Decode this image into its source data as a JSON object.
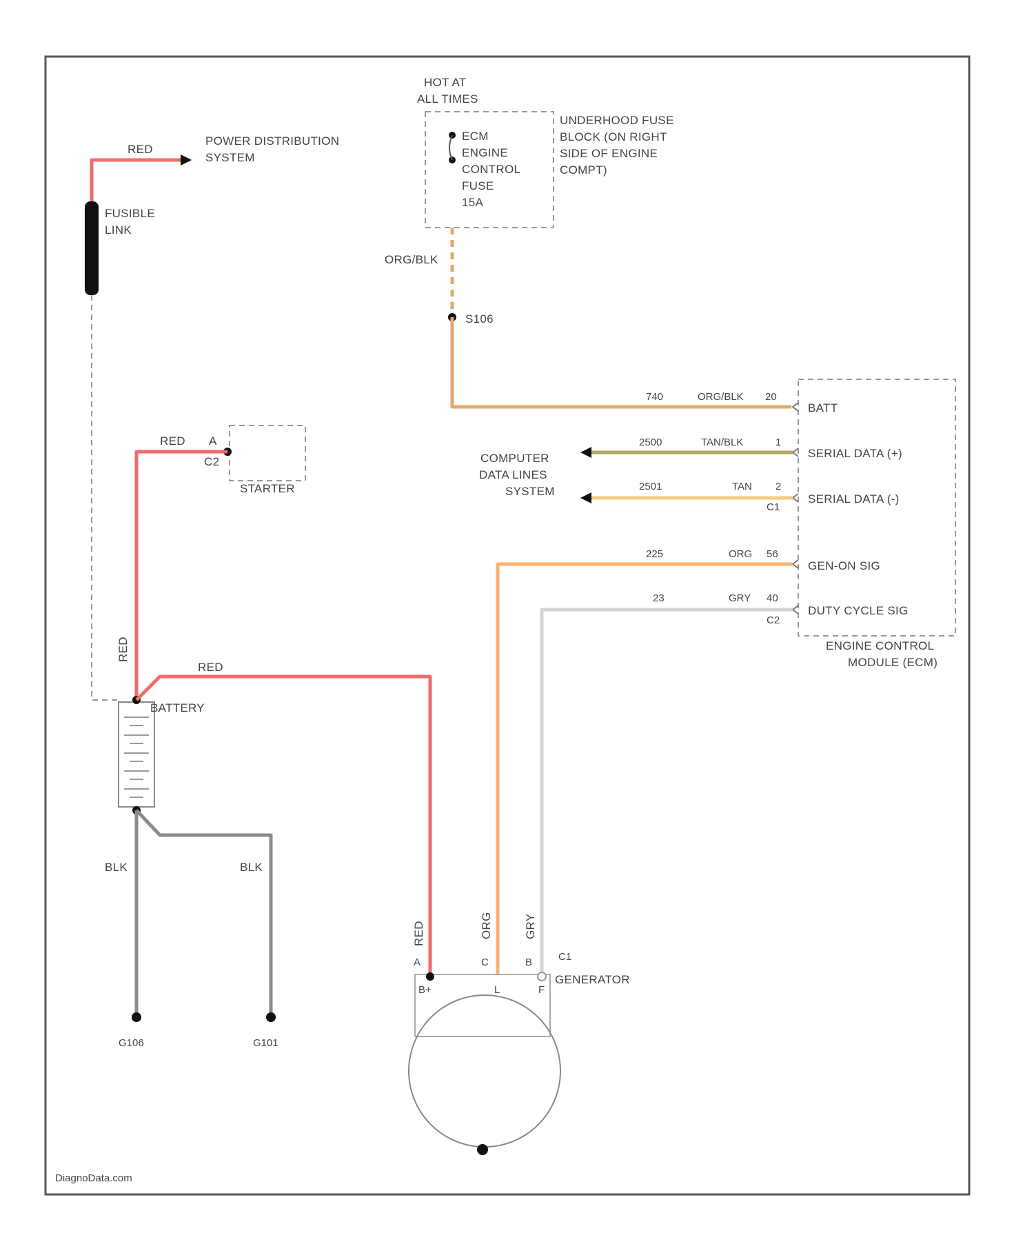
{
  "labels": {
    "power_dist": [
      "POWER DISTRIBUTION",
      "SYSTEM"
    ],
    "fusible_link": [
      "FUSIBLE",
      "LINK"
    ],
    "hot_at": [
      "HOT AT",
      "ALL TIMES"
    ],
    "fuse": [
      "ECM",
      "ENGINE",
      "CONTROL",
      "FUSE",
      "15A"
    ],
    "fuse_block": [
      "UNDERHOOD FUSE",
      "BLOCK (ON RIGHT",
      "SIDE OF ENGINE",
      "COMPT)"
    ],
    "splice": "S106",
    "starter": "STARTER",
    "starter_pin": "A",
    "starter_conn": "C2",
    "data_lines": [
      "COMPUTER",
      "DATA LINES",
      "SYSTEM"
    ],
    "battery": "BATTERY",
    "generator": "GENERATOR",
    "ecm": [
      "ENGINE CONTROL",
      "MODULE (ECM)"
    ],
    "ground1": "G106",
    "ground2": "G101",
    "watermark": "DiagnoData.com",
    "ecm_conn_c1": "C1",
    "ecm_conn_c2": "C2",
    "gen_conn": "C1"
  },
  "wires": {
    "red_top": "RED",
    "orgblk_vertical": "ORG/BLK",
    "red_starter": "RED",
    "red_vertical": "RED",
    "red_gen": "RED",
    "blk_left": "BLK",
    "blk_right": "BLK",
    "gen_red": "RED",
    "gen_org": "ORG",
    "gen_gry": "GRY"
  },
  "ecm_pins": [
    {
      "circuit": "740",
      "color": "ORG/BLK",
      "pin": "20",
      "name": "BATT"
    },
    {
      "circuit": "2500",
      "color": "TAN/BLK",
      "pin": "1",
      "name": "SERIAL DATA (+)"
    },
    {
      "circuit": "2501",
      "color": "TAN",
      "pin": "2",
      "name": "SERIAL DATA (-)"
    },
    {
      "circuit": "225",
      "color": "ORG",
      "pin": "56",
      "name": "GEN-ON SIG"
    },
    {
      "circuit": "23",
      "color": "GRY",
      "pin": "40",
      "name": "DUTY CYCLE SIG"
    }
  ],
  "generator_pins": [
    {
      "pin": "A",
      "name": "B+"
    },
    {
      "pin": "C",
      "name": "L"
    },
    {
      "pin": "B",
      "name": "F"
    }
  ],
  "wire_colors": {
    "red": "#f06b6b",
    "orgblk": "#e3a86b",
    "tanblk": "#b0a85f",
    "tan": "#f2cf7a",
    "org": "#f9b36e",
    "gry": "#d4d4d4",
    "blk": "#8a8a8a"
  }
}
